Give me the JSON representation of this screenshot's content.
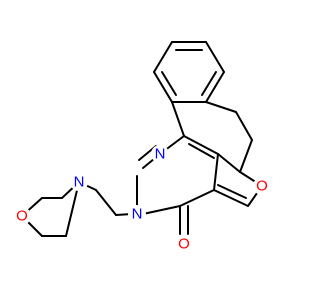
{
  "molecule": {
    "atoms": [
      {
        "symbol": "N",
        "color": "#0000ff"
      },
      {
        "symbol": "N",
        "color": "#0000ff"
      },
      {
        "symbol": "N",
        "color": "#0000ff"
      },
      {
        "symbol": "O",
        "color": "#ff0000"
      },
      {
        "symbol": "O",
        "color": "#ff0000"
      },
      {
        "symbol": "O",
        "color": "#ff0000"
      }
    ],
    "bond_color": "#000000"
  }
}
